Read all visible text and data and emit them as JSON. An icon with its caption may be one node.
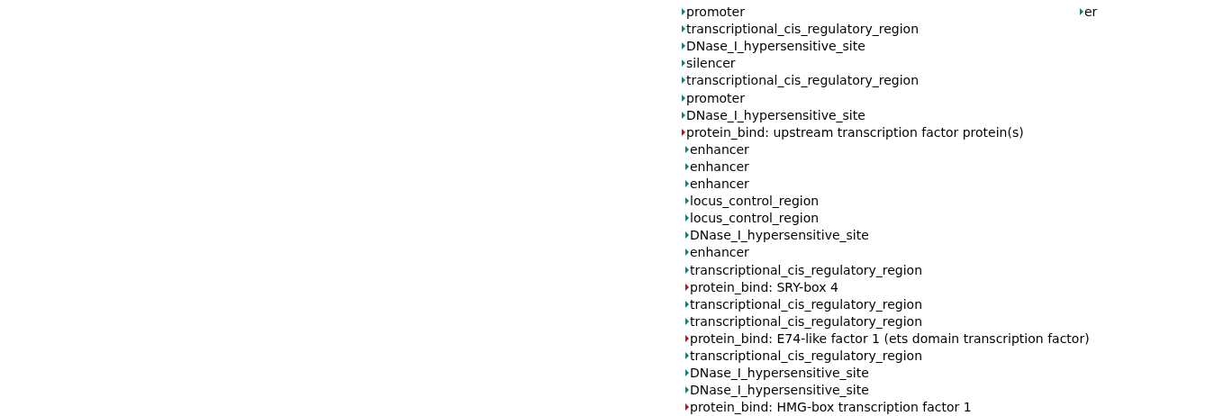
{
  "diagram": {
    "labels": [
      "promoter",
      "transcriptional_cis_regulatory_region",
      "DNase_I_hypersensitive_site",
      "silencer",
      "transcriptional_cis_regulatory_region",
      "promoter",
      "DNase_I_hypersensitive_site",
      "protein_bind: upstream transcription factor protein(s)",
      "enhancer",
      "enhancer",
      "enhancer",
      "locus_control_region",
      "locus_control_region",
      "DNase_I_hypersensitive_site",
      "enhancer",
      "transcriptional_cis_regulatory_region",
      "protein_bind: SRY-box 4",
      "transcriptional_cis_regulatory_region",
      "transcriptional_cis_regulatory_region",
      "protein_bind: E74-like factor 1 (ets domain transcription factor)",
      "transcriptional_cis_regulatory_region",
      "DNase_I_hypersensitive_site",
      "DNase_I_hypersensitive_site",
      "protein_bind: HMG-box transcription factor 1",
      "er"
    ]
  }
}
